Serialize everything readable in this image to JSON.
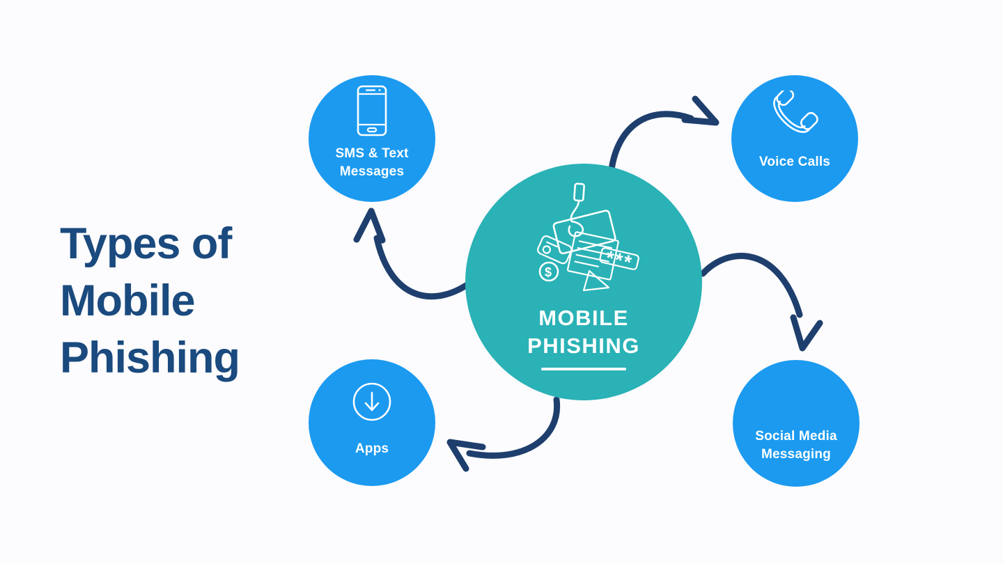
{
  "heading": {
    "lines": [
      "Types of",
      "Mobile",
      "Phishing"
    ]
  },
  "center": {
    "label": "MOBILE PHISHING",
    "icon": "phishing-hook-credit-card-icon",
    "icon_dollar": "$",
    "icon_password_mask": "***"
  },
  "nodes": [
    {
      "id": "sms-text-messages",
      "label": "SMS & Text Messages",
      "icon": "smartphone-icon"
    },
    {
      "id": "voice-calls",
      "label": "Voice Calls",
      "icon": "phone-handset-icon"
    },
    {
      "id": "apps",
      "label": "Apps",
      "icon": "download-circle-icon"
    },
    {
      "id": "social-media-messaging",
      "label": "Social Media Messaging",
      "icon": "none"
    }
  ],
  "colors": {
    "background": "#fcfbfd",
    "heading_navy": "#1a4a7e",
    "arrow_navy": "#1e3f6d",
    "center_teal": "#2ab2b6",
    "node_blue": "#1b9af0",
    "icon_white": "#ffffff"
  }
}
